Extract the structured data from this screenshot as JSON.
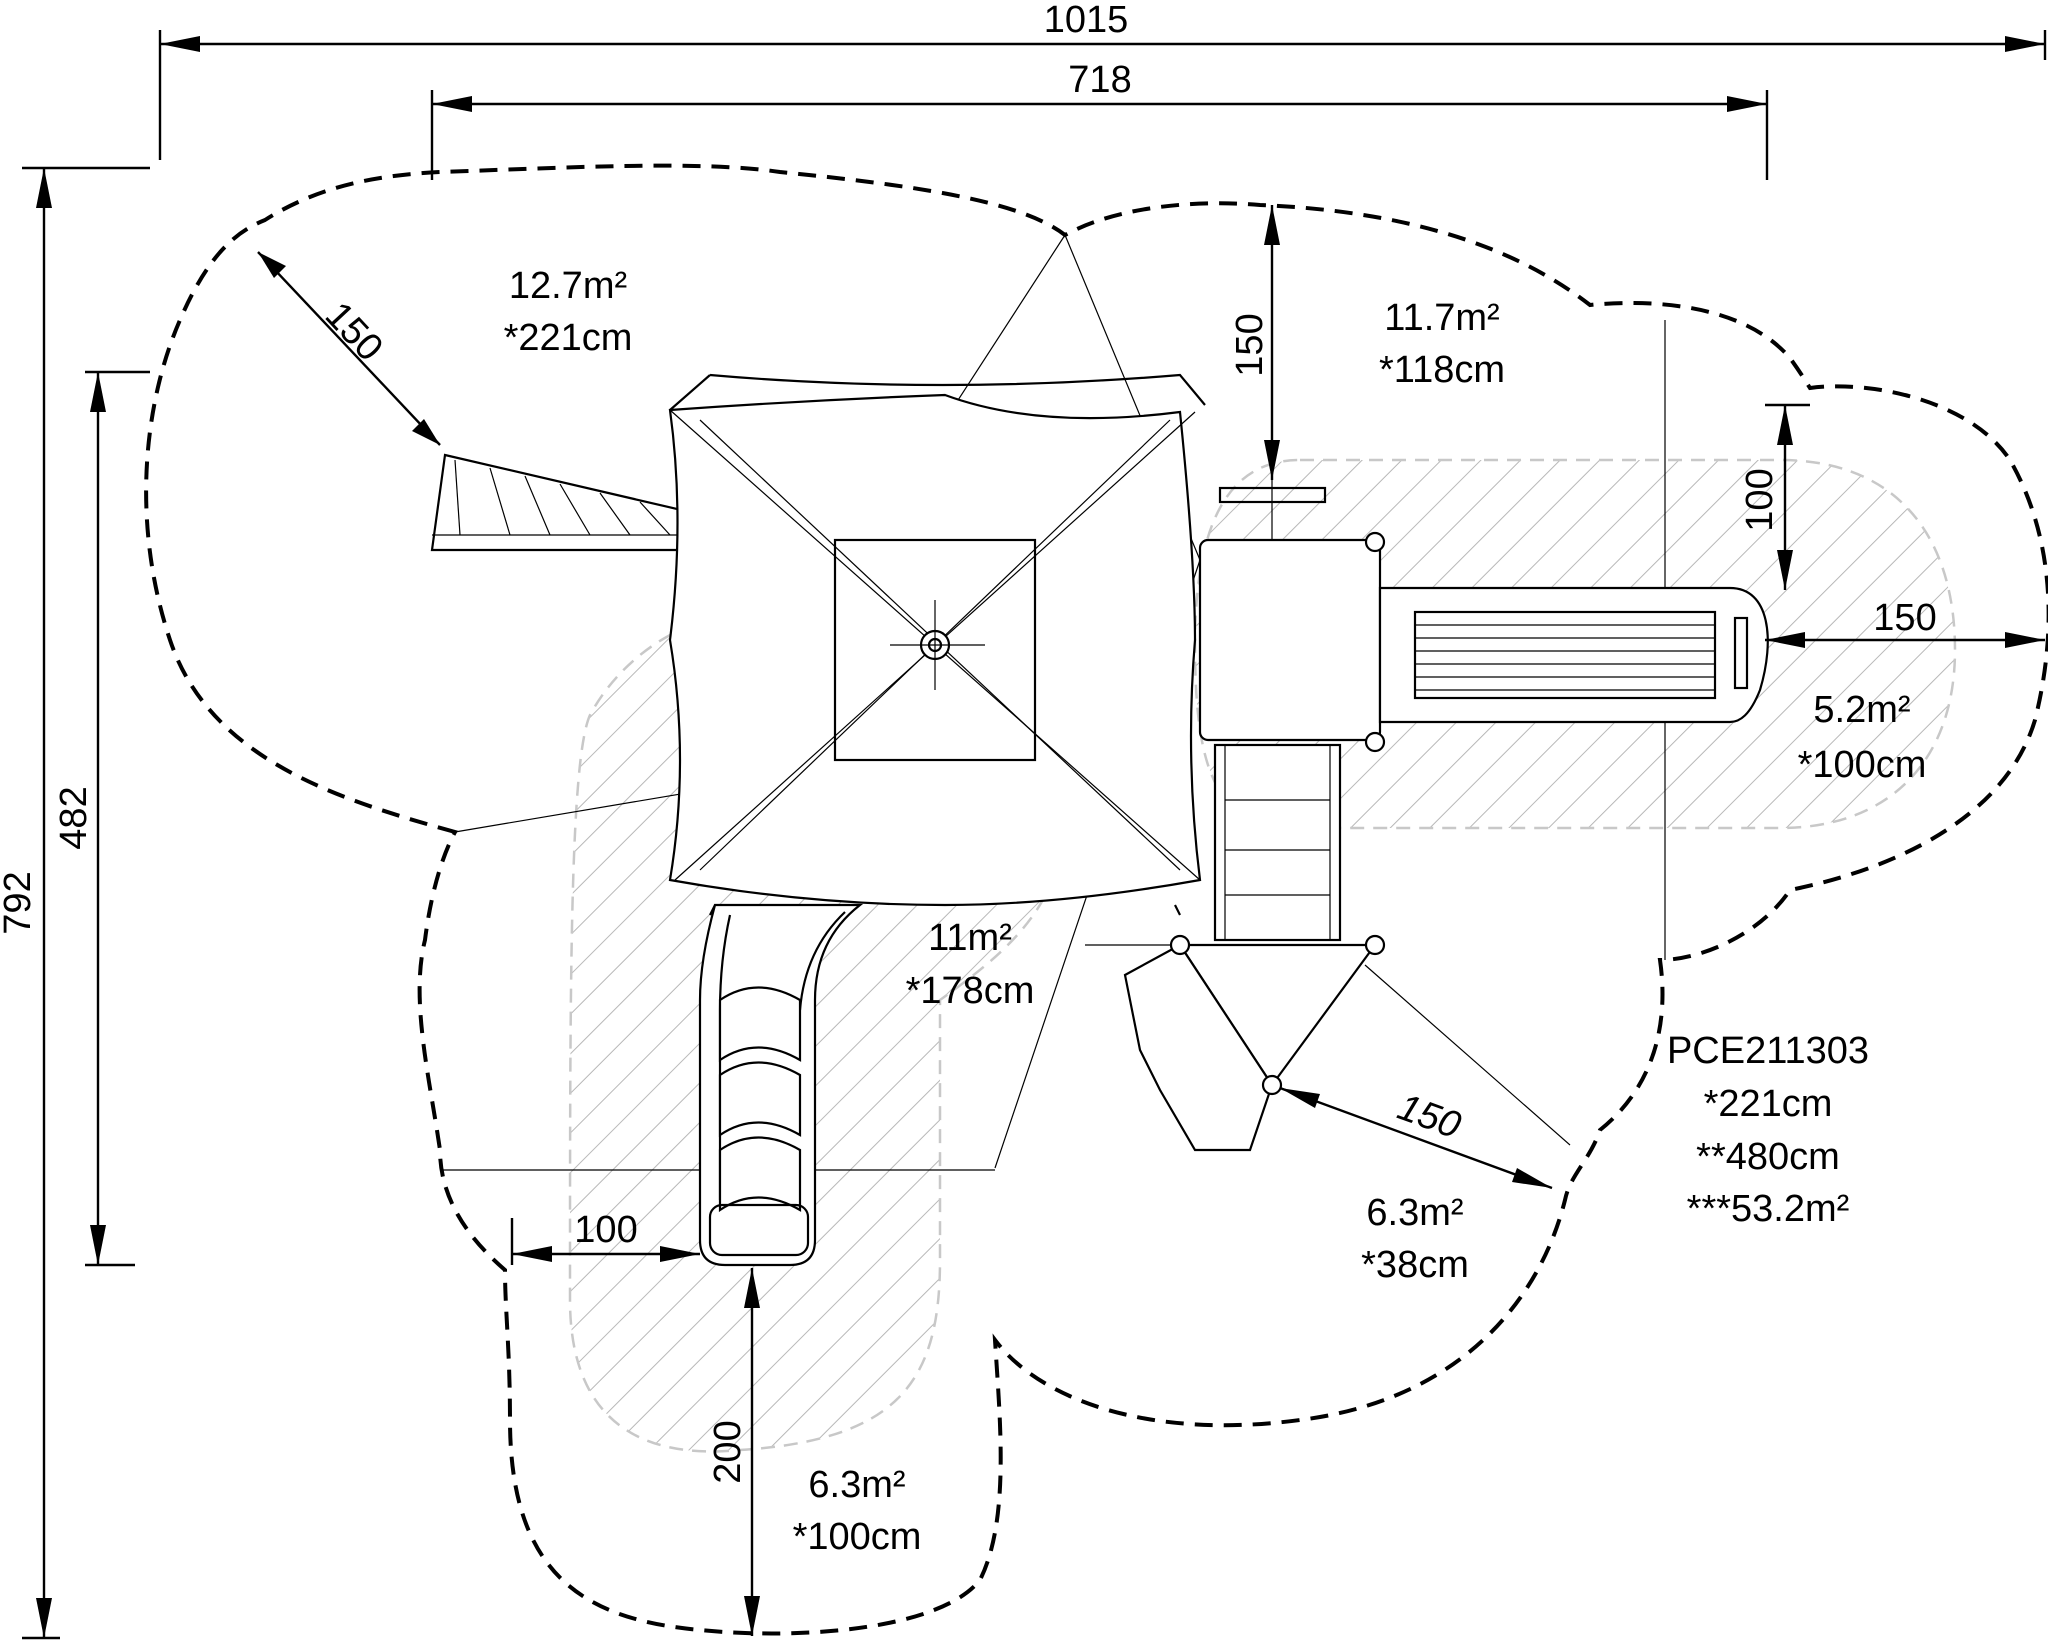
{
  "dimensions": {
    "overall_width": "1015",
    "structure_width": "718",
    "overall_depth": "792",
    "structure_depth": "482"
  },
  "clearances": {
    "left_ladder": "150",
    "top_platform": "150",
    "right_slide_vertical": "100",
    "right_slide_horizontal": "150",
    "climber": "150",
    "slide_side": "100",
    "slide_exit": "200"
  },
  "zones": [
    {
      "id": "zone-top-left",
      "area": "12.7m²",
      "height": "*221cm"
    },
    {
      "id": "zone-top-right",
      "area": "11.7m²",
      "height": "*118cm"
    },
    {
      "id": "zone-right",
      "area": "5.2m²",
      "height": "*100cm"
    },
    {
      "id": "zone-center",
      "area": "11m²",
      "height": "*178cm"
    },
    {
      "id": "zone-climber",
      "area": "6.3m²",
      "height": "*38cm"
    },
    {
      "id": "zone-slide-exit",
      "area": "6.3m²",
      "height": "*100cm"
    }
  ],
  "summary": {
    "code": "PCE211303",
    "line1": "*221cm",
    "line2": "**480cm",
    "line3": "***53.2m²"
  },
  "colors": {
    "line": "#000000",
    "fall_zone": "#c8c8c8",
    "background": "#ffffff"
  }
}
